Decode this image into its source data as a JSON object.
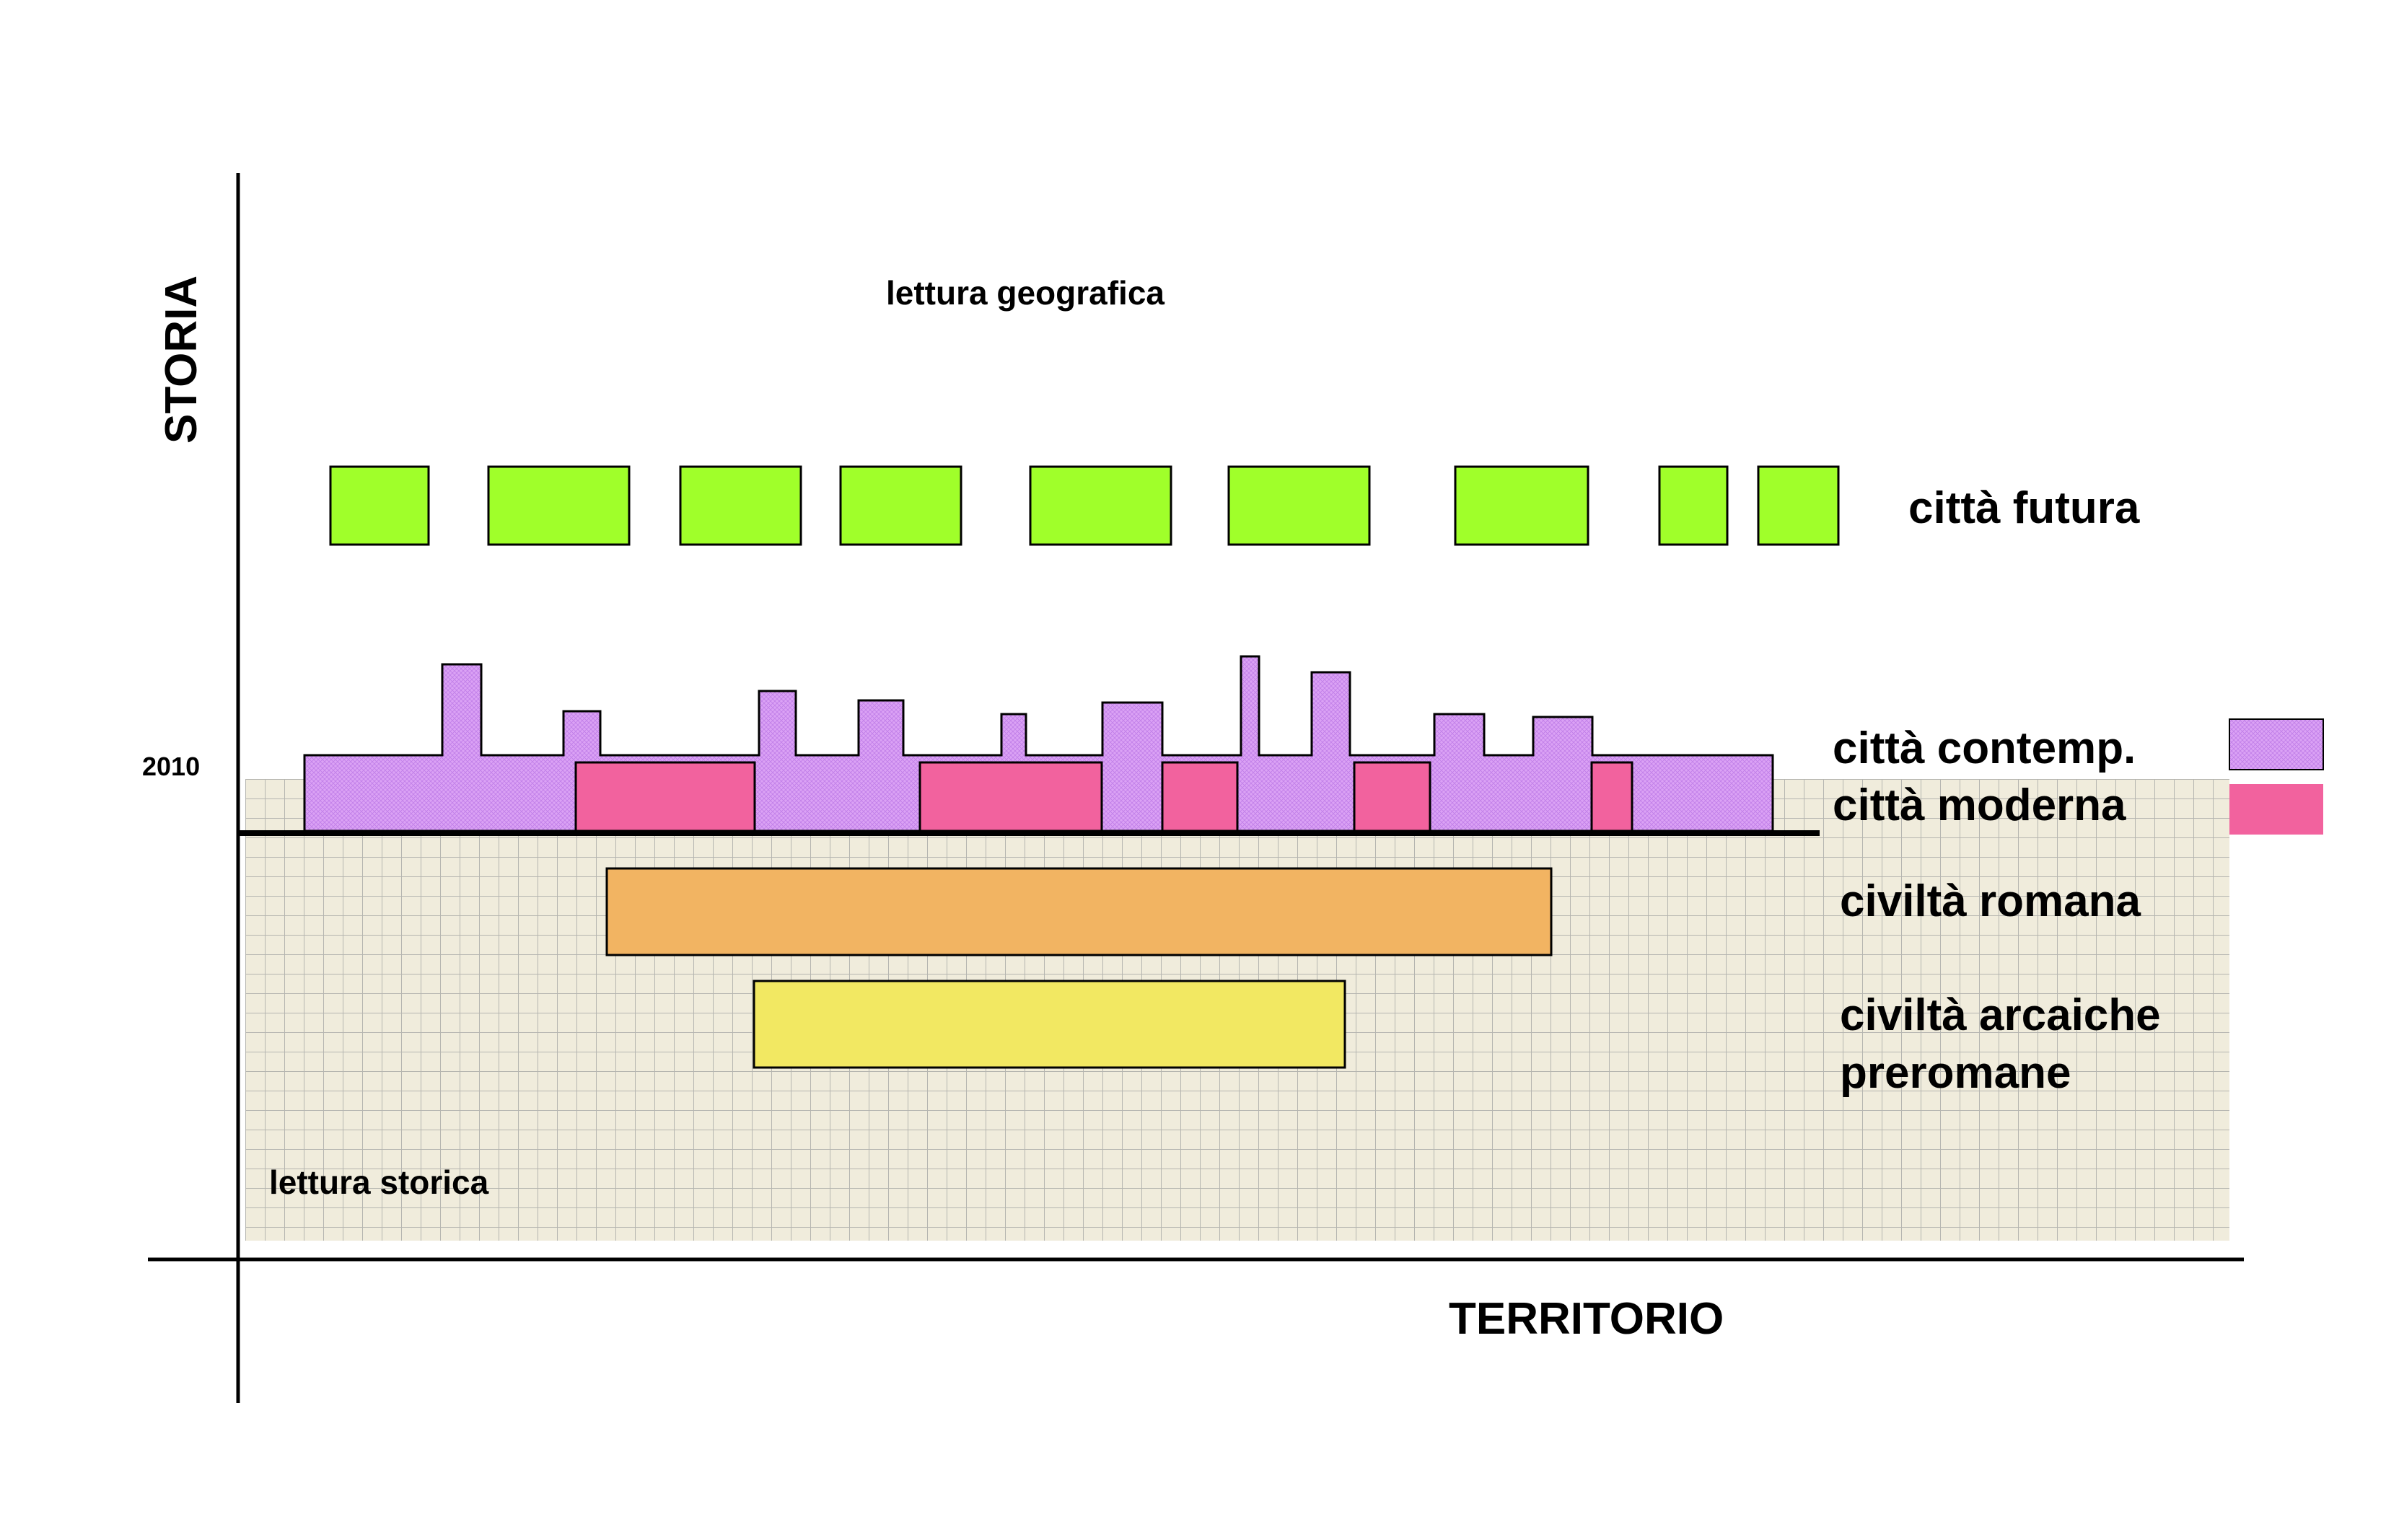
{
  "axes": {
    "y_label": "STORIA",
    "x_label": "TERRITORIO",
    "year_label": "2010"
  },
  "zones": {
    "geographic": "lettura geografica",
    "historic": "lettura storica"
  },
  "layers": {
    "future": "città futura",
    "contemporary": "città contemp.",
    "modern": "città moderna",
    "roman": "civiltà romana",
    "archaic_line1": "civiltà arcaiche",
    "archaic_line2": "preromane"
  },
  "colors": {
    "future": "#a0ff2a",
    "contemporary": "#dba2f5",
    "modern": "#f2629e",
    "roman": "#f2b462",
    "archaic": "#f2e862",
    "grid_background": "#f0ecdc",
    "grid_lines": "#b5b5b0"
  }
}
